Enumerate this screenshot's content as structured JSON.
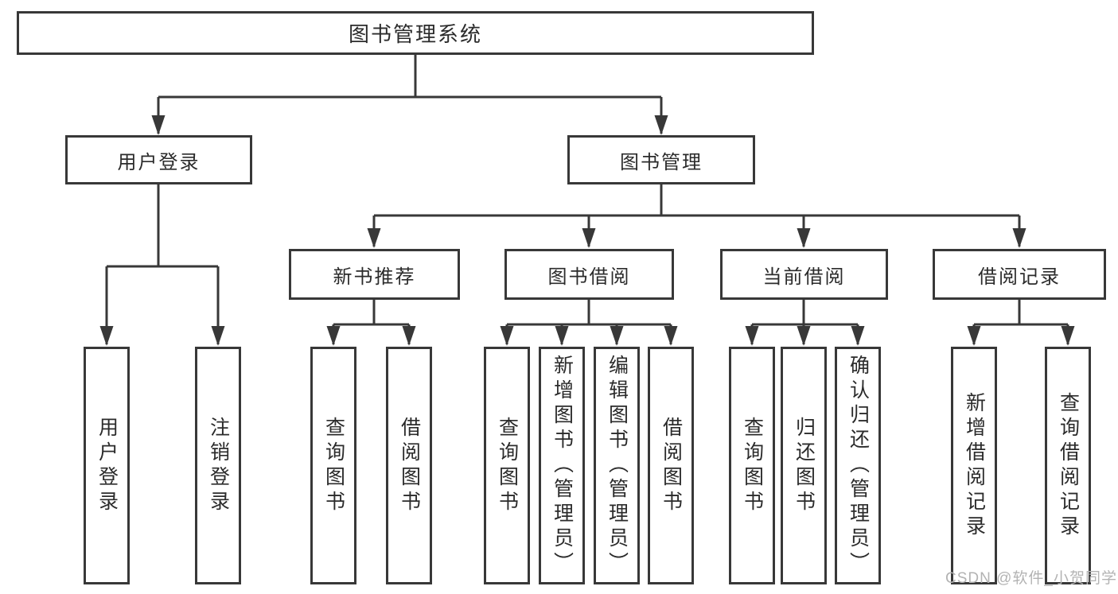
{
  "theme": {
    "line_color": "#383838",
    "box_border_color": "#383838",
    "text_color": "#2b2b2b",
    "box_background": "#ffffff",
    "watermark_color": "#b3b3b3",
    "page_background": "#ffffff"
  },
  "watermark": {
    "text": "CSDN @软件_小贺同学"
  },
  "tree": {
    "label": "图书管理系统",
    "children": [
      {
        "label": "用户登录",
        "children": [
          {
            "label": "用户登录"
          },
          {
            "label": "注销登录"
          }
        ]
      },
      {
        "label": "图书管理",
        "children": [
          {
            "label": "新书推荐",
            "children": [
              {
                "label": "查询图书"
              },
              {
                "label": "借阅图书"
              }
            ]
          },
          {
            "label": "图书借阅",
            "children": [
              {
                "label": "查询图书"
              },
              {
                "label": "新增图书（管理员）"
              },
              {
                "label": "编辑图书（管理员）"
              },
              {
                "label": "借阅图书"
              }
            ]
          },
          {
            "label": "当前借阅",
            "children": [
              {
                "label": "查询图书"
              },
              {
                "label": "归还图书"
              },
              {
                "label": "确认归还（管理员）"
              }
            ]
          },
          {
            "label": "借阅记录",
            "children": [
              {
                "label": "新增借阅记录"
              },
              {
                "label": "查询借阅记录"
              }
            ]
          }
        ]
      }
    ]
  }
}
